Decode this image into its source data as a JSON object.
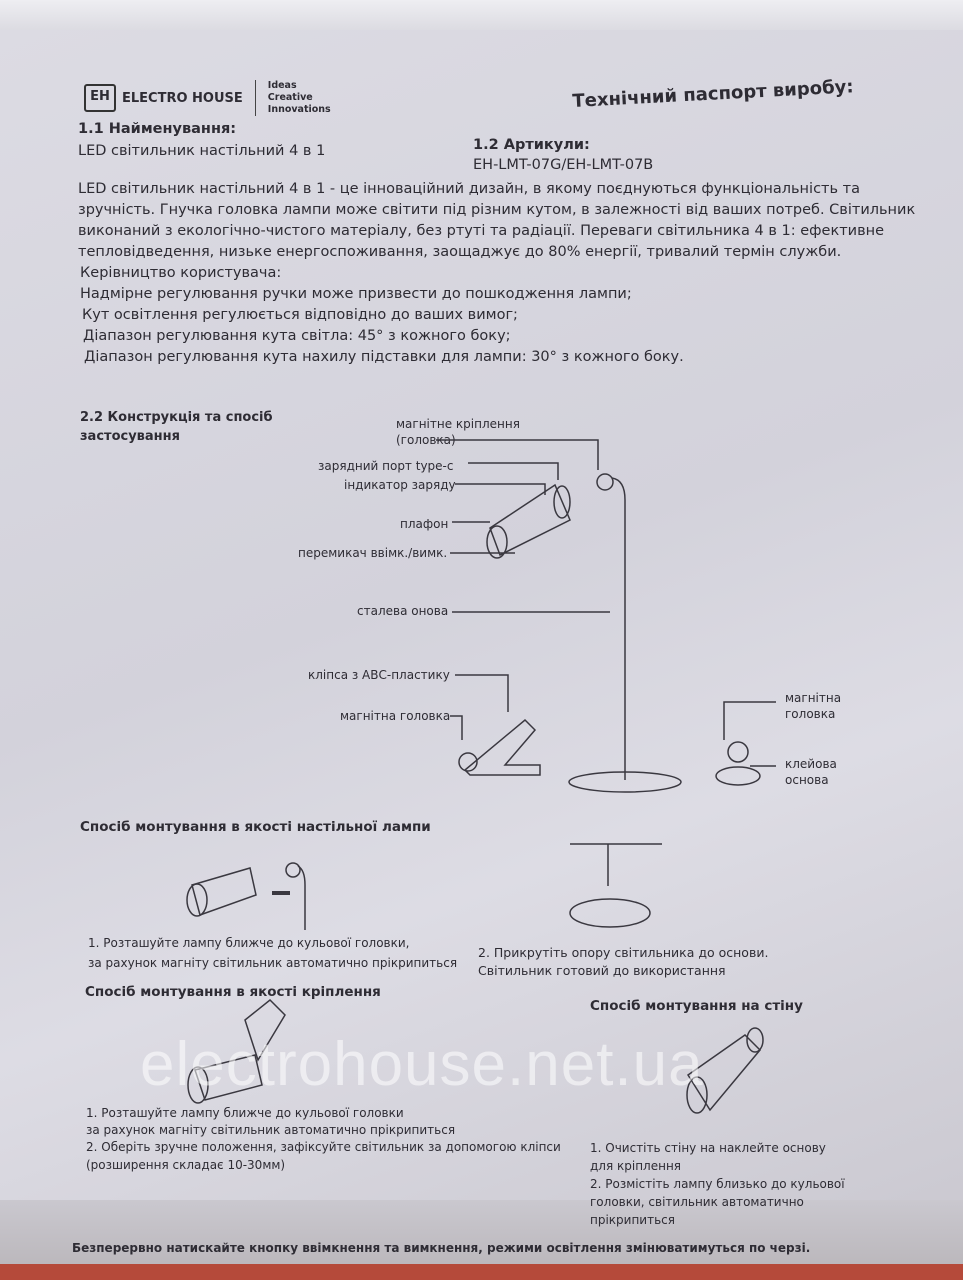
{
  "brand": {
    "mark": "EH",
    "name": "ELECTRO HOUSE",
    "tagline": [
      "Ideas",
      "Creative",
      "Innovations"
    ]
  },
  "title": "Технічний паспорт виробу:",
  "s11": {
    "heading": "1.1 Найменування:",
    "value": "LED світильник настільний 4 в 1"
  },
  "s12": {
    "heading": "1.2 Артикули:",
    "value": "EH-LMT-07G/EH-LMT-07B"
  },
  "description": [
    "LED світильник настільний 4 в 1 - це інноваційний дизайн, в якому поєднуються функціональність та",
    "зручність. Гнучка головка лампи може світити під різним кутом, в залежності від ваших потреб. Світильник",
    "виконаний з екологічно-чистого матеріалу, без ртуті та радіації. Переваги світильника 4 в 1: ефективне",
    "тепловідведення, низьке енергоспоживання, заощаджує до 80% енергії, тривалий термін служби.",
    "Керівництво користувача:",
    "Надмірне регулювання ручки може призвести до пошкодження лампи;",
    "Кут освітлення регулюється відповідно до ваших вимог;",
    "Діапазон регулювання кута світла: 45° з кожного боку;",
    "Діапазон регулювання кута нахилу підставки для лампи: 30° з кожного боку."
  ],
  "s22": {
    "heading1": "2.2 Конструкція та спосіб",
    "heading2": "застосування"
  },
  "labels": {
    "magnet_mount1": "магнітне кріплення",
    "magnet_mount2": "(головка)",
    "port": "зарядний порт type-c",
    "indicator": "індикатор заряду",
    "shade": "плафон",
    "switch": "перемикач ввімк./вимк.",
    "base": "сталева онова",
    "clip": "кліпса з АВС-пластику",
    "clip_head": "магнітна головка",
    "r_head1": "магнітна",
    "r_head2": "головка",
    "glue1": "клейова",
    "glue2": "основа"
  },
  "desk": {
    "heading": "Спосіб монтування в якості настільної лампи",
    "step1a": "1. Розташуйте лампу ближче до кульової головки,",
    "step1b": "за рахунок магніту світильник автоматично прікрипиться",
    "step2a": "2. Прикрутіть опору світильника до основи.",
    "step2b": "Світильник готовий до використання"
  },
  "clip": {
    "heading": "Спосіб монтування в якості кріплення",
    "l1": "1. Розташуйте лампу ближче до кульової головки",
    "l2": "за рахунок магніту світильник автоматично прікрипиться",
    "l3": "2. Оберіть зручне положення, зафіксуйте світильник за допомогою кліпси",
    "l4": "(розширення складає 10-30мм)"
  },
  "wall": {
    "heading": "Спосіб монтування на стіну",
    "l1": "1. Очистіть стіну на наклейте основу",
    "l2": "для кріплення",
    "l3": "2. Розмістіть лампу близько до кульової",
    "l4": "головки, світильник автоматично",
    "l5": "прікрипиться"
  },
  "footer": "Безперервно натискайте кнопку ввімкнення та вимкнення, режими освітлення змінюватимуться по черзі.",
  "watermark": "electrohouse.net.ua"
}
